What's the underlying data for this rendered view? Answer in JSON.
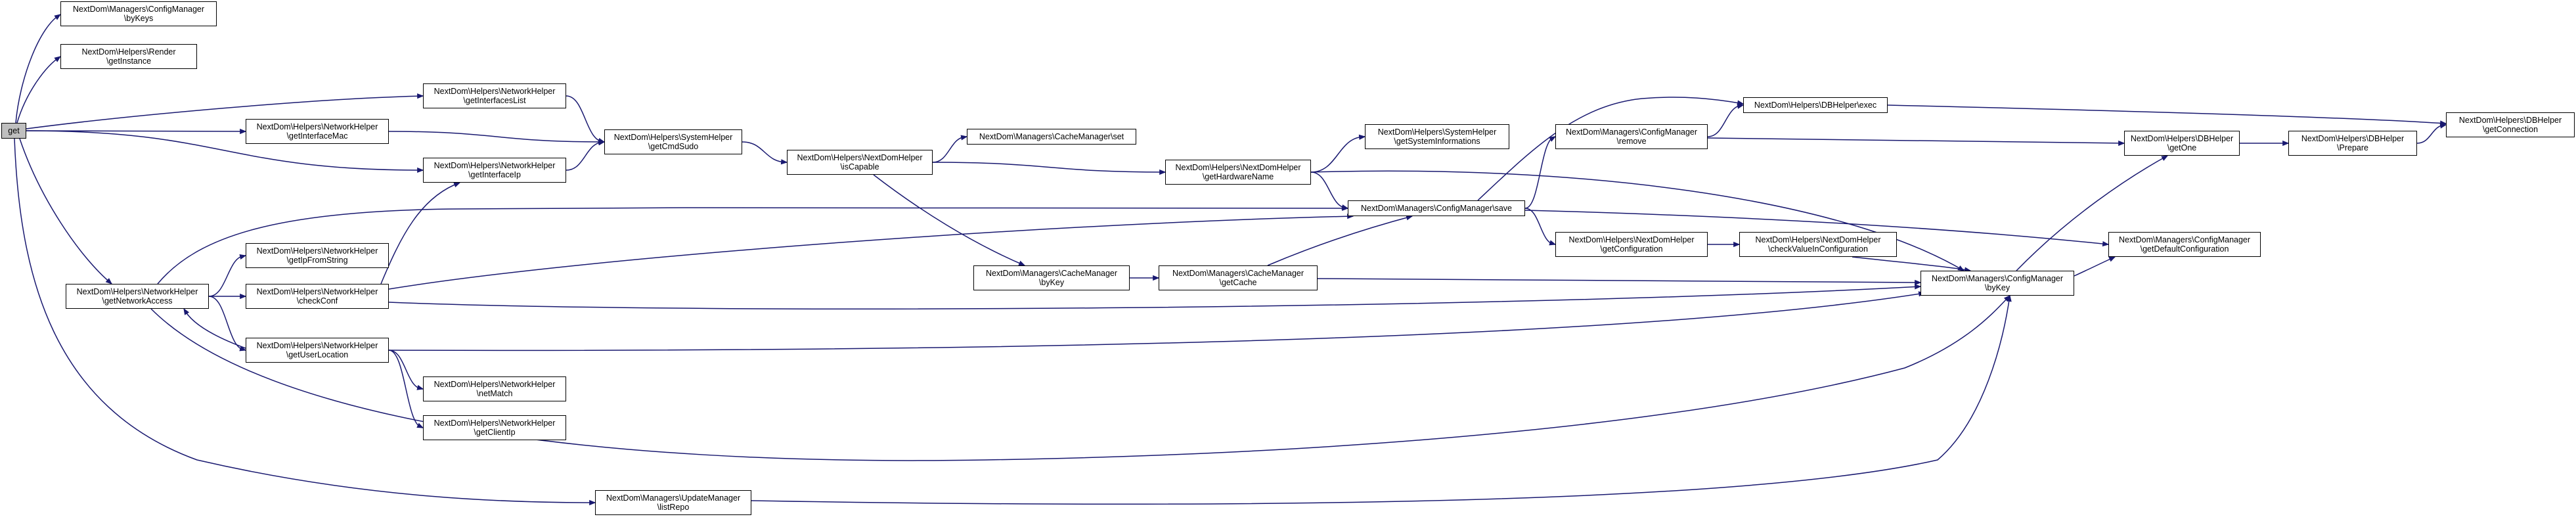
{
  "colors": {
    "edge": "#191970",
    "node_border": "#000000",
    "root_fill": "#bfbfbf",
    "node_fill": "#ffffff"
  },
  "nodes": {
    "get": {
      "lines": [
        "get"
      ],
      "root": true
    },
    "cm_bykeys": {
      "lines": [
        "NextDom\\Managers\\ConfigManager",
        "\\byKeys"
      ]
    },
    "render_getinstance": {
      "lines": [
        "NextDom\\Helpers\\Render",
        "\\getInstance"
      ]
    },
    "nh_getinterfaceslist": {
      "lines": [
        "NextDom\\Helpers\\NetworkHelper",
        "\\getInterfacesList"
      ]
    },
    "nh_getinterfacemac": {
      "lines": [
        "NextDom\\Helpers\\NetworkHelper",
        "\\getInterfaceMac"
      ]
    },
    "nh_getinterfaceip": {
      "lines": [
        "NextDom\\Helpers\\NetworkHelper",
        "\\getInterfaceIp"
      ]
    },
    "sh_getcmdsudo": {
      "lines": [
        "NextDom\\Helpers\\SystemHelper",
        "\\getCmdSudo"
      ]
    },
    "ndh_iscapable": {
      "lines": [
        "NextDom\\Helpers\\NextDomHelper",
        "\\isCapable"
      ]
    },
    "cachem_set": {
      "lines": [
        "NextDom\\Managers\\CacheManager\\set"
      ]
    },
    "ndh_gethardwarename": {
      "lines": [
        "NextDom\\Helpers\\NextDomHelper",
        "\\getHardwareName"
      ]
    },
    "sh_getsysteminformations": {
      "lines": [
        "NextDom\\Helpers\\SystemHelper",
        "\\getSystemInformations"
      ]
    },
    "cm_save": {
      "lines": [
        "NextDom\\Managers\\ConfigManager\\save"
      ]
    },
    "cm_remove": {
      "lines": [
        "NextDom\\Managers\\ConfigManager",
        "\\remove"
      ]
    },
    "dbh_exec": {
      "lines": [
        "NextDom\\Helpers\\DBHelper\\exec"
      ]
    },
    "dbh_getone": {
      "lines": [
        "NextDom\\Helpers\\DBHelper",
        "\\getOne"
      ]
    },
    "dbh_prepare": {
      "lines": [
        "NextDom\\Helpers\\DBHelper",
        "\\Prepare"
      ]
    },
    "dbh_getconnection": {
      "lines": [
        "NextDom\\Helpers\\DBHelper",
        "\\getConnection"
      ]
    },
    "nh_getipfromstring": {
      "lines": [
        "NextDom\\Helpers\\NetworkHelper",
        "\\getIpFromString"
      ]
    },
    "nh_getnetworkaccess": {
      "lines": [
        "NextDom\\Helpers\\NetworkHelper",
        "\\getNetworkAccess"
      ]
    },
    "nh_checkconf": {
      "lines": [
        "NextDom\\Helpers\\NetworkHelper",
        "\\checkConf"
      ]
    },
    "nh_getuserlocation": {
      "lines": [
        "NextDom\\Helpers\\NetworkHelper",
        "\\getUserLocation"
      ]
    },
    "nh_netmatch": {
      "lines": [
        "NextDom\\Helpers\\NetworkHelper",
        "\\netMatch"
      ]
    },
    "nh_getclientip": {
      "lines": [
        "NextDom\\Helpers\\NetworkHelper",
        "\\getClientIp"
      ]
    },
    "cachem_bykey": {
      "lines": [
        "NextDom\\Managers\\CacheManager",
        "\\byKey"
      ]
    },
    "cachem_getcache": {
      "lines": [
        "NextDom\\Managers\\CacheManager",
        "\\getCache"
      ]
    },
    "ndh_getconfiguration": {
      "lines": [
        "NextDom\\Helpers\\NextDomHelper",
        "\\getConfiguration"
      ]
    },
    "ndh_checkvalueinconfiguration": {
      "lines": [
        "NextDom\\Helpers\\NextDomHelper",
        "\\checkValueInConfiguration"
      ]
    },
    "cm_getdefaultconfiguration": {
      "lines": [
        "NextDom\\Managers\\ConfigManager",
        "\\getDefaultConfiguration"
      ]
    },
    "cm_bykey": {
      "lines": [
        "NextDom\\Managers\\ConfigManager",
        "\\byKey"
      ]
    },
    "um_listrepo": {
      "lines": [
        "NextDom\\Managers\\UpdateManager",
        "\\listRepo"
      ]
    }
  },
  "edges": [
    [
      "get",
      "cm_bykeys"
    ],
    [
      "get",
      "render_getinstance"
    ],
    [
      "get",
      "nh_getinterfaceslist"
    ],
    [
      "get",
      "nh_getinterfacemac"
    ],
    [
      "get",
      "nh_getinterfaceip"
    ],
    [
      "get",
      "nh_getnetworkaccess"
    ],
    [
      "get",
      "um_listrepo"
    ],
    [
      "nh_getinterfaceslist",
      "sh_getcmdsudo"
    ],
    [
      "nh_getinterfacemac",
      "sh_getcmdsudo"
    ],
    [
      "nh_getinterfaceip",
      "sh_getcmdsudo"
    ],
    [
      "sh_getcmdsudo",
      "ndh_iscapable"
    ],
    [
      "ndh_iscapable",
      "cachem_set"
    ],
    [
      "ndh_iscapable",
      "ndh_gethardwarename"
    ],
    [
      "ndh_iscapable",
      "cachem_bykey"
    ],
    [
      "ndh_gethardwarename",
      "sh_getsysteminformations"
    ],
    [
      "ndh_gethardwarename",
      "cm_save"
    ],
    [
      "ndh_gethardwarename",
      "cm_bykey"
    ],
    [
      "cachem_bykey",
      "cachem_getcache"
    ],
    [
      "cachem_getcache",
      "cm_save"
    ],
    [
      "cachem_getcache",
      "cm_bykey"
    ],
    [
      "cm_save",
      "dbh_exec"
    ],
    [
      "cm_save",
      "cm_remove"
    ],
    [
      "cm_save",
      "ndh_getconfiguration"
    ],
    [
      "cm_save",
      "cm_getdefaultconfiguration"
    ],
    [
      "cm_remove",
      "dbh_exec"
    ],
    [
      "cm_remove",
      "dbh_getone"
    ],
    [
      "dbh_exec",
      "dbh_getconnection"
    ],
    [
      "dbh_getone",
      "dbh_prepare"
    ],
    [
      "dbh_prepare",
      "dbh_getconnection"
    ],
    [
      "ndh_getconfiguration",
      "ndh_checkvalueinconfiguration"
    ],
    [
      "ndh_checkvalueinconfiguration",
      "cm_bykey"
    ],
    [
      "cm_bykey",
      "cm_getdefaultconfiguration"
    ],
    [
      "cm_bykey",
      "dbh_getone"
    ],
    [
      "nh_getnetworkaccess",
      "cm_save"
    ],
    [
      "nh_getnetworkaccess",
      "nh_getipfromstring"
    ],
    [
      "nh_getnetworkaccess",
      "nh_checkconf"
    ],
    [
      "nh_getnetworkaccess",
      "nh_getuserlocation"
    ],
    [
      "nh_getnetworkaccess",
      "cm_bykey"
    ],
    [
      "nh_checkconf",
      "nh_getinterfaceip"
    ],
    [
      "nh_checkconf",
      "cm_save"
    ],
    [
      "nh_checkconf",
      "cm_bykey"
    ],
    [
      "nh_getuserlocation",
      "nh_getnetworkaccess"
    ],
    [
      "nh_getuserlocation",
      "nh_netmatch"
    ],
    [
      "nh_getuserlocation",
      "nh_getclientip"
    ],
    [
      "nh_getuserlocation",
      "cm_bykey"
    ],
    [
      "um_listrepo",
      "cm_bykey"
    ]
  ]
}
